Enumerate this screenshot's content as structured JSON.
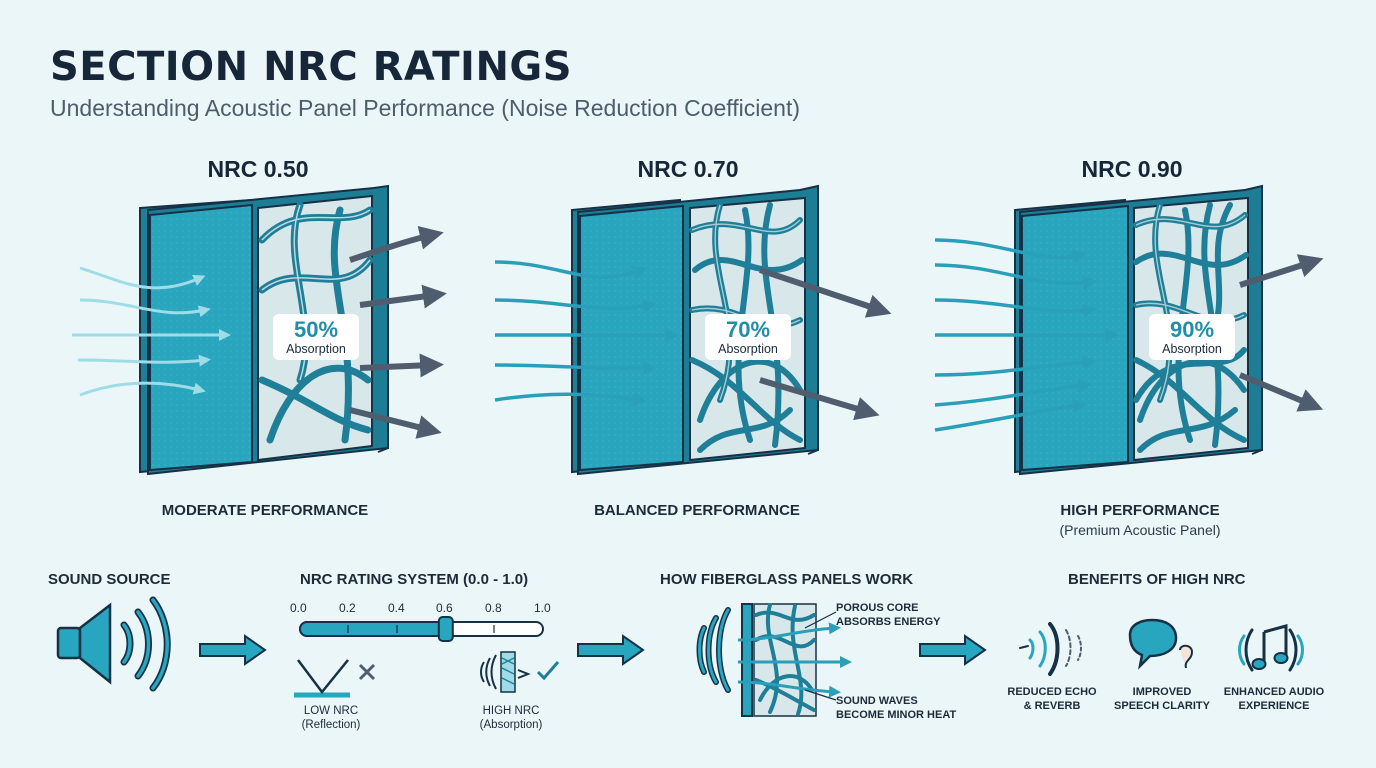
{
  "header": {
    "title": "SECTION NRC RATINGS",
    "subtitle": "Understanding Acoustic Panel Performance (Noise Reduction Coefficient)"
  },
  "panels": [
    {
      "nrc": "NRC 0.50",
      "percent": "50%",
      "absorption": "Absorption",
      "performance": "MODERATE PERFORMANCE",
      "note": ""
    },
    {
      "nrc": "NRC 0.70",
      "percent": "70%",
      "absorption": "Absorption",
      "performance": "BALANCED PERFORMANCE",
      "note": ""
    },
    {
      "nrc": "NRC 0.90",
      "percent": "90%",
      "absorption": "Absorption",
      "performance": "HIGH PERFORMANCE",
      "note": "(Premium Acoustic Panel)"
    }
  ],
  "sound_source": {
    "heading": "SOUND SOURCE"
  },
  "rating_system": {
    "heading": "NRC RATING SYSTEM (0.0 - 1.0)",
    "ticks": [
      "0.0",
      "0.2",
      "0.4",
      "0.6",
      "0.8",
      "1.0"
    ],
    "slider_value": 0.6,
    "low_label": "LOW NRC",
    "low_sub": "(Reflection)",
    "high_label": "HIGH NRC",
    "high_sub": "(Absorption)"
  },
  "how_it_works": {
    "heading": "HOW FIBERGLASS PANELS WORK",
    "callout_top_1": "POROUS CORE",
    "callout_top_2": "ABSORBS ENERGY",
    "callout_bottom_1": "SOUND WAVES",
    "callout_bottom_2": "BECOME MINOR HEAT"
  },
  "benefits": {
    "heading": "BENEFITS OF HIGH NRC",
    "items": [
      {
        "line1": "REDUCED ECHO",
        "line2": "& REVERB",
        "icon": "echo-waves-icon"
      },
      {
        "line1": "IMPROVED",
        "line2": "SPEECH CLARITY",
        "icon": "speech-bubble-icon"
      },
      {
        "line1": "ENHANCED AUDIO",
        "line2": "EXPERIENCE",
        "icon": "music-note-icon"
      }
    ]
  },
  "colors": {
    "panel_teal": "#28a6bf",
    "panel_dark": "#1e7f97",
    "arrow_gray": "#4f5d6e",
    "background": "#eaf6f7"
  }
}
